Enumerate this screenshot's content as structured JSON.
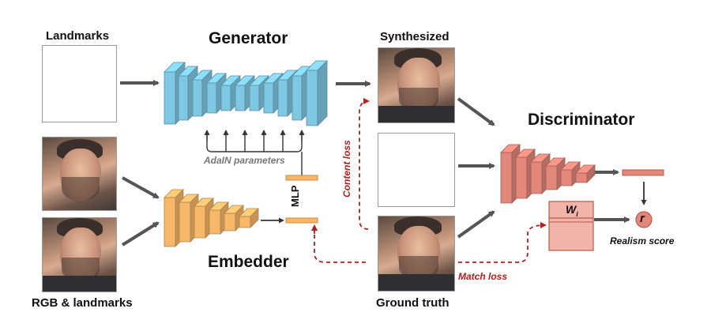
{
  "labels": {
    "landmarks": "Landmarks",
    "generator": "Generator",
    "synthesized": "Synthesized",
    "discriminator": "Discriminator",
    "embedder": "Embedder",
    "rgb_landmarks": "RGB & landmarks",
    "ground_truth": "Ground truth",
    "adain": "AdaIN parameters",
    "mlp": "MLP",
    "content_loss": "Content loss",
    "match_loss": "Match loss",
    "realism_score": "Realism score",
    "weight_symbol": "W",
    "weight_subscript": "i",
    "score_symbol": "r"
  },
  "colors": {
    "generator": "#7ec8e3",
    "embedder": "#f7b86a",
    "discriminator": "#e2877a",
    "loss": "#b11f1f",
    "arrow": "#555555"
  }
}
